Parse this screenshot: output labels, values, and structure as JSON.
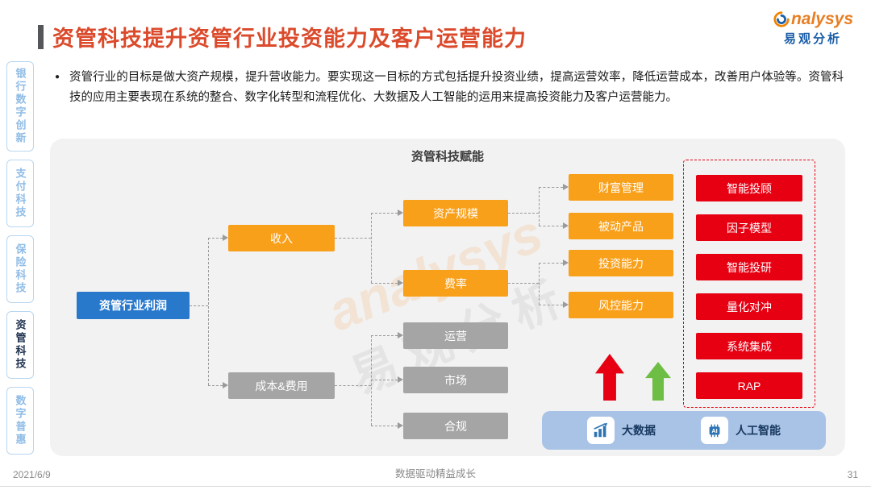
{
  "header": {
    "title": "资管科技提升资管行业投资能力及客户运营能力",
    "logo_word": "nalysys",
    "logo_cn": "易观分析"
  },
  "intro": {
    "bullet": "●",
    "text": "资管行业的目标是做大资产规模，提升营收能力。要实现这一目标的方式包括提升投资业绩，提高运营效率，降低运营成本，改善用户体验等。资管科技的应用主要表现在系统的整合、数字化转型和流程优化、大数据及人工智能的运用来提高投资能力及客户运营能力。"
  },
  "sidebar": {
    "items": [
      {
        "label": "银行数字创新",
        "active": false
      },
      {
        "label": "支付科技",
        "active": false
      },
      {
        "label": "保险科技",
        "active": false
      },
      {
        "label": "资管科技",
        "active": true
      },
      {
        "label": "数字普惠",
        "active": false
      }
    ]
  },
  "diagram": {
    "title": "资管科技赋能",
    "root": "资管行业利润",
    "income": "收入",
    "cost": "成本&费用",
    "aum": "资产规模",
    "fee": "费率",
    "operations": "运营",
    "market": "市场",
    "compliance": "合规",
    "wealth": "财富管理",
    "passive": "被动产品",
    "invest": "投资能力",
    "risk": "风控能力",
    "tech": [
      "智能投顾",
      "因子模型",
      "智能投研",
      "量化对冲",
      "系统集成",
      "RAP"
    ],
    "bigdata": "大数据",
    "ai": "人工智能"
  },
  "watermark": {
    "line1": "analysys",
    "line2": "易观分析"
  },
  "footer": {
    "date": "2021/6/9",
    "center": "数据驱动精益成长",
    "page": "31"
  },
  "colors": {
    "title_red": "#db4a2b",
    "box_orange": "#f9a01b",
    "box_gray": "#a5a5a5",
    "box_blue": "#2878cc",
    "box_red": "#e60012",
    "arrow_green": "#6ebe45",
    "bar_blue": "#a9c3e6",
    "panel_gray": "#f2f2f2"
  }
}
